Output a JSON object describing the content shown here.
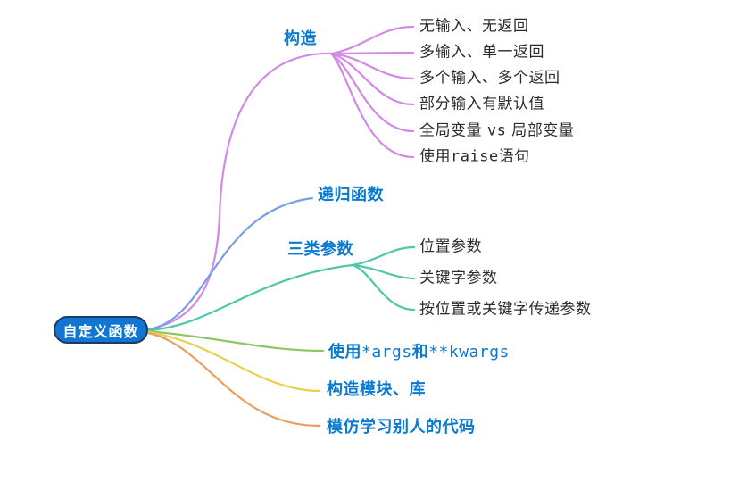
{
  "root": {
    "label": "自定义函数"
  },
  "colors": {
    "topic_text": "#0b79d0",
    "child_text": "#2b2b2b",
    "root_fill": "#1176d2",
    "root_border": "#1e3a60",
    "root_text": "#ffffff",
    "branch_construct": "#d189e6",
    "branch_recursive": "#7b9ee2",
    "branch_params": "#4fc7a7",
    "branch_args": "#8cc763",
    "branch_modules": "#e9d14c",
    "branch_imitate": "#ec9d5e"
  },
  "branches": [
    {
      "label": "构造",
      "color": "#d189e6",
      "children": [
        {
          "label": "无输入、无返回"
        },
        {
          "label": "多输入、单一返回"
        },
        {
          "label": "多个输入、多个返回"
        },
        {
          "label": "部分输入有默认值"
        },
        {
          "parts": [
            "全局变量 ",
            "vs",
            " 局部变量"
          ]
        },
        {
          "parts": [
            "使用",
            "raise",
            "语句"
          ]
        }
      ]
    },
    {
      "label": "递归函数",
      "color": "#7b9ee2"
    },
    {
      "label": "三类参数",
      "color": "#4fc7a7",
      "children": [
        {
          "label": "位置参数"
        },
        {
          "label": "关键字参数"
        },
        {
          "label": "按位置或关键字传递参数"
        }
      ]
    },
    {
      "parts": [
        "使用",
        "*args",
        "和",
        "**kwargs"
      ],
      "color": "#8cc763"
    },
    {
      "label": "构造模块、库",
      "color": "#e9d14c"
    },
    {
      "label": "模仿学习别人的代码",
      "color": "#ec9d5e"
    }
  ]
}
